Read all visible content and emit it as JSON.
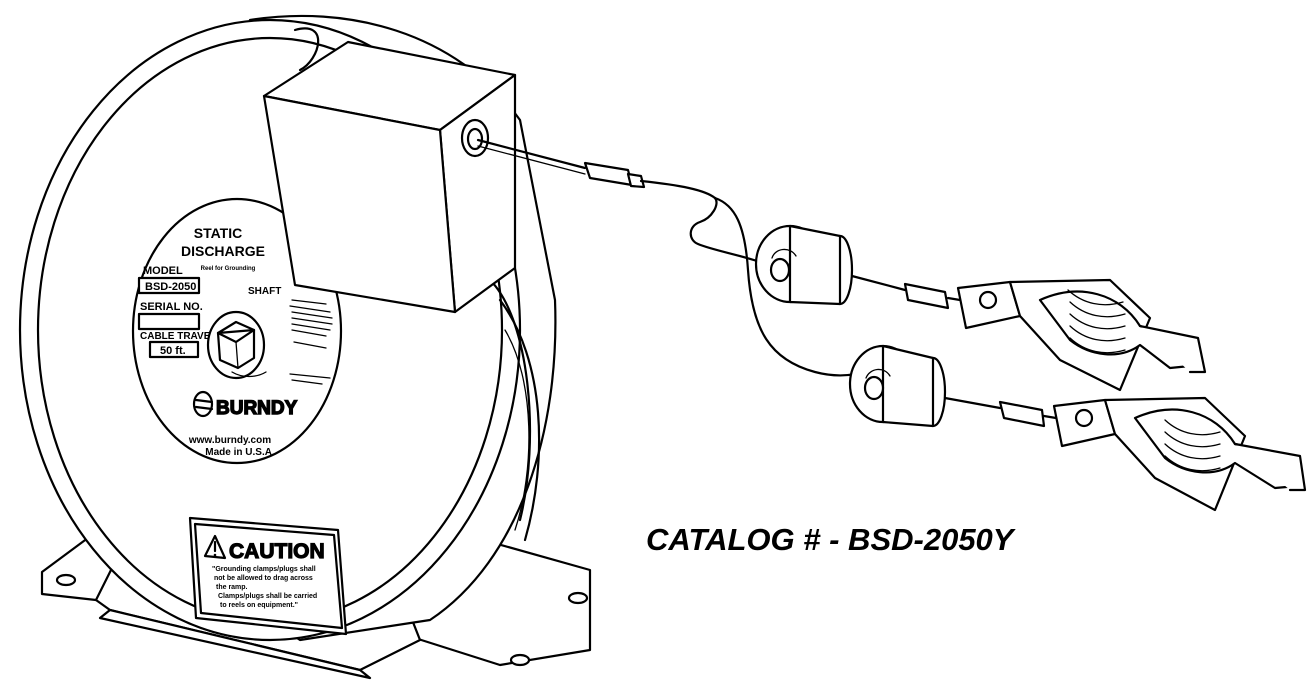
{
  "reel": {
    "title_line1": "STATIC",
    "title_line2": "DISCHARGE",
    "subtitle": "Reel for Grounding",
    "model_label": "MODEL",
    "model_value": "BSD-2050",
    "serial_label": "SERIAL NO.",
    "serial_value": "",
    "cable_travel_label": "CABLE TRAVEL",
    "cable_travel_value": "50 ft.",
    "shaft_label": "SHAFT",
    "brand": "BURNDY",
    "website": "www.burndy.com",
    "made_in": "Made in U.S.A."
  },
  "caution": {
    "heading": "CAUTION",
    "line1": "\"Grounding clamps/plugs shall",
    "line2": "not be allowed to drag across",
    "line3": "the ramp.",
    "line4": "Clamps/plugs shall be carried",
    "line5": "to reels on equipment.\""
  },
  "catalog_text": "CATALOG # - BSD-2050Y"
}
